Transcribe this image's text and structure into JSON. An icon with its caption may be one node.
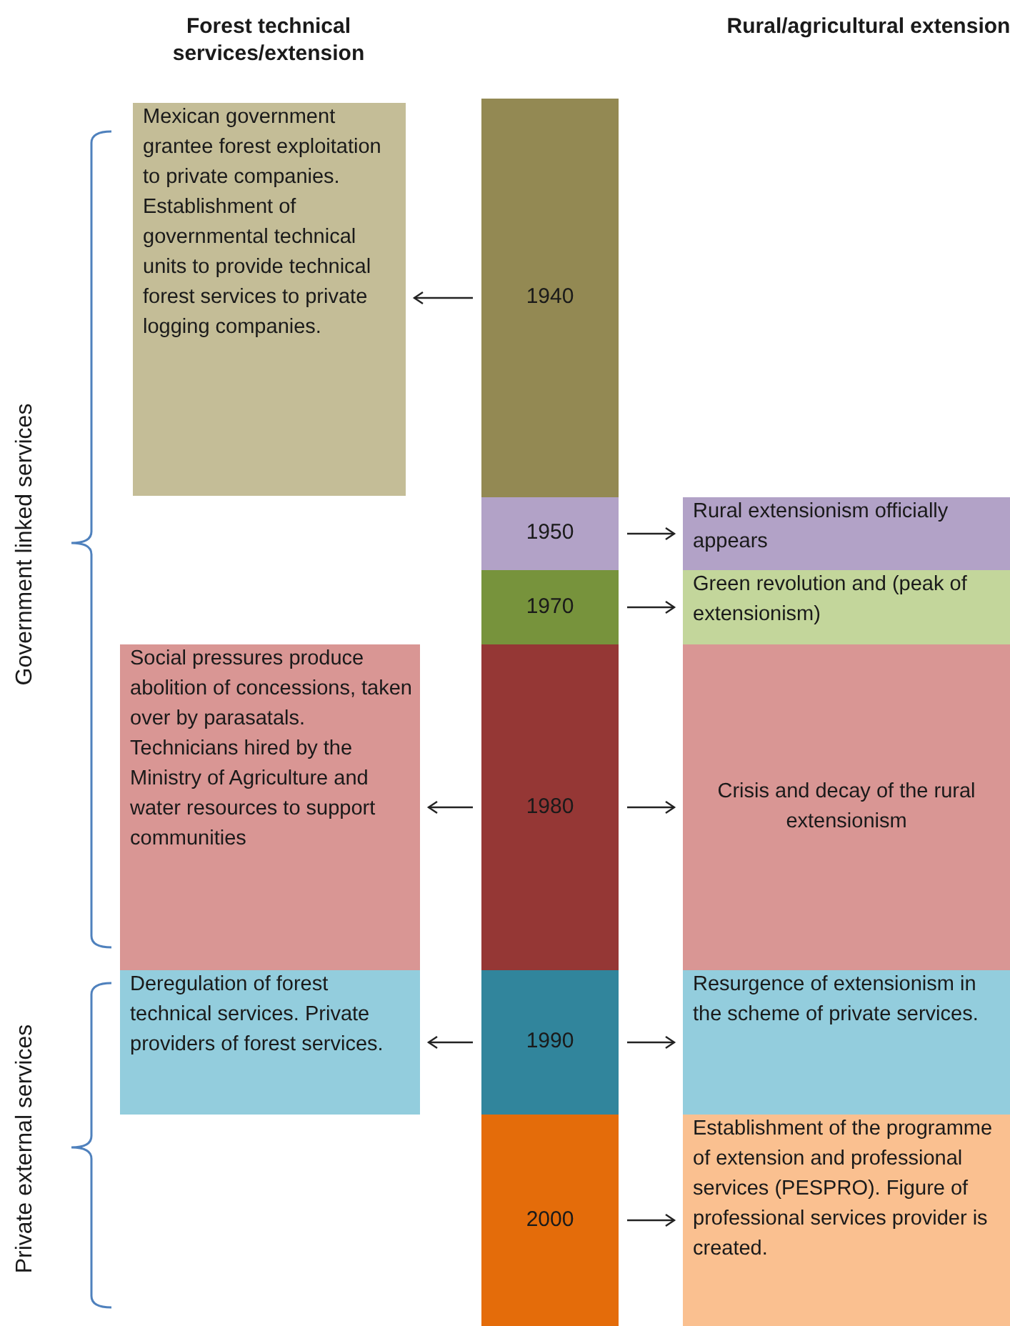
{
  "diagram": {
    "nodes": [
      {
        "text": [
          "Mexican government grantee forest exploitation to private companies. Establishment of governmental technical units to provide technical forest services to private logging companies."
        ]
      },
      {
        "text": [
          "1940"
        ]
      },
      {
        "text": [
          "1950"
        ]
      },
      {
        "text": [
          "Rural extensionism officially appears"
        ]
      },
      {
        "text": [
          "1970"
        ]
      },
      {
        "text": [
          "Green revolution and (peak of extensionism)"
        ]
      },
      {
        "text": [
          "Social pressures produce abolition of concessions, taken over by parasatals. Technicians hired by the Ministry of Agriculture and water resources to support communities"
        ]
      },
      {
        "text": [
          "1980"
        ]
      },
      {
        "text": [
          "Crisis and decay of the rural extensionism"
        ]
      },
      {
        "text": [
          "Deregulation of forest technical services. Private providers of forest services."
        ]
      },
      {
        "text": [
          "1990"
        ]
      },
      {
        "text": [
          "Resurgence of extensionism in the scheme of private services."
        ]
      },
      {
        "text": [
          "2000"
        ]
      },
      {
        "text": [
          "Establishment of the programme of extension and professional services (PESPRO). Figure of professional services provider is created."
        ]
      }
    ],
    "edges": [
      {
        "from": 1,
        "to": 0,
        "arrow": "to"
      },
      {
        "from": 2,
        "to": 3,
        "arrow": "to"
      },
      {
        "from": 4,
        "to": 5,
        "arrow": "to"
      },
      {
        "from": 7,
        "to": 6,
        "arrow": "to"
      },
      {
        "from": 7,
        "to": 8,
        "arrow": "to"
      },
      {
        "from": 10,
        "to": 9,
        "arrow": "to"
      },
      {
        "from": 10,
        "to": 11,
        "arrow": "to"
      },
      {
        "from": 12,
        "to": 13,
        "arrow": "to"
      }
    ],
    "labels": [
      "Forest technical services/extension",
      "Rural/agricultural extension",
      "Government linked services",
      "Private external services"
    ]
  }
}
